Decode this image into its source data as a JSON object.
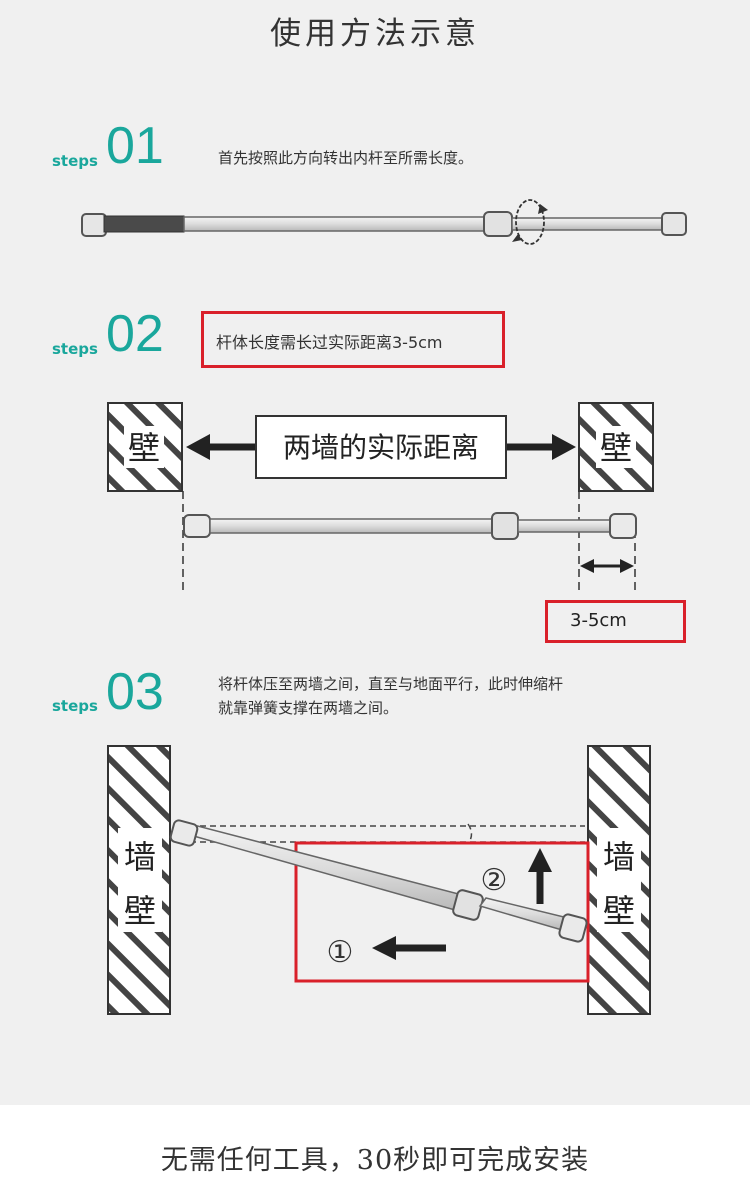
{
  "title": "使用方法示意",
  "steps": [
    {
      "word": "steps",
      "num": "01",
      "text": "首先按照此方向转出内杆至所需长度。"
    },
    {
      "word": "steps",
      "num": "02",
      "text": "杆体长度需长过实际距离3-5cm"
    },
    {
      "word": "steps",
      "num": "03",
      "text_line1": "将杆体压至两墙之间，直至与地面平行，此时伸缩杆",
      "text_line2": "就靠弹簧支撑在两墙之间。"
    }
  ],
  "diagram2": {
    "wall_left": "壁",
    "wall_right": "壁",
    "distance_label": "两墙的实际距离",
    "gap_label": "3-5cm"
  },
  "diagram3": {
    "wall_left_top": "墙",
    "wall_left_bottom": "壁",
    "wall_right_top": "墙",
    "wall_right_bottom": "壁",
    "mark_1": "①",
    "mark_2": "②"
  },
  "footer": "无需任何工具，30秒即可完成安装",
  "colors": {
    "accent": "#1aa79c",
    "highlight": "#d9202a",
    "background": "#f0f0f0"
  }
}
